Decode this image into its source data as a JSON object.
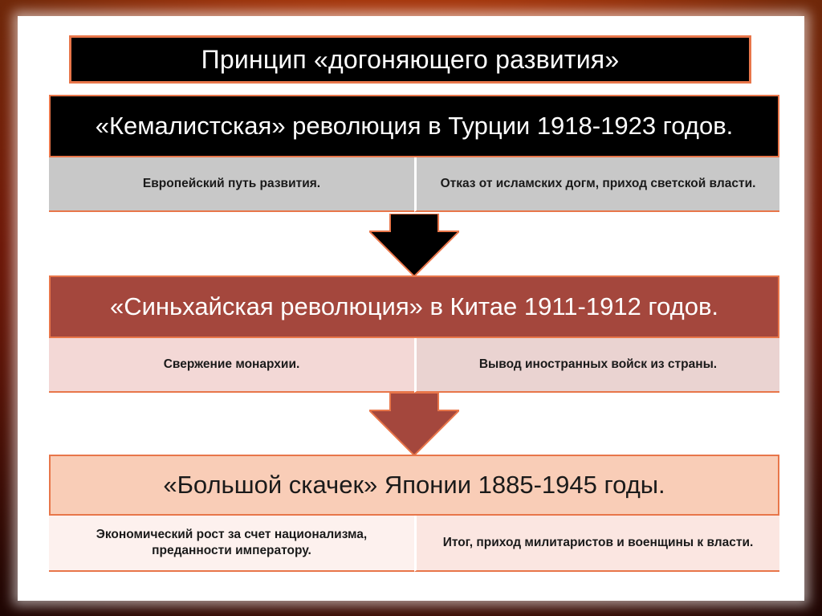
{
  "title": "Принцип «догоняющего развития»",
  "blocks": [
    {
      "heading": "«Кемалистская» революция в Турции 1918-1923 годов.",
      "left": "Европейский путь развития.",
      "right": "Отказ от исламских догм, приход светской власти."
    },
    {
      "heading": "«Синьхайская революция» в Китае 1911-1912 годов.",
      "left": "Свержение монархии.",
      "right": "Вывод иностранных войск из страны."
    },
    {
      "heading": "«Большой скачек» Японии 1885-1945 годы.",
      "left": "Экономический рост за счет национализма, преданности императору.",
      "right": "Итог, приход милитаристов и военщины к власти."
    }
  ],
  "colors": {
    "accent_border": "#e8764a",
    "block1_head": "#000000",
    "block2_head": "#a4473d",
    "block3_head": "#f9cdb7",
    "arrow1": "#000000",
    "arrow2": "#a4473d"
  }
}
